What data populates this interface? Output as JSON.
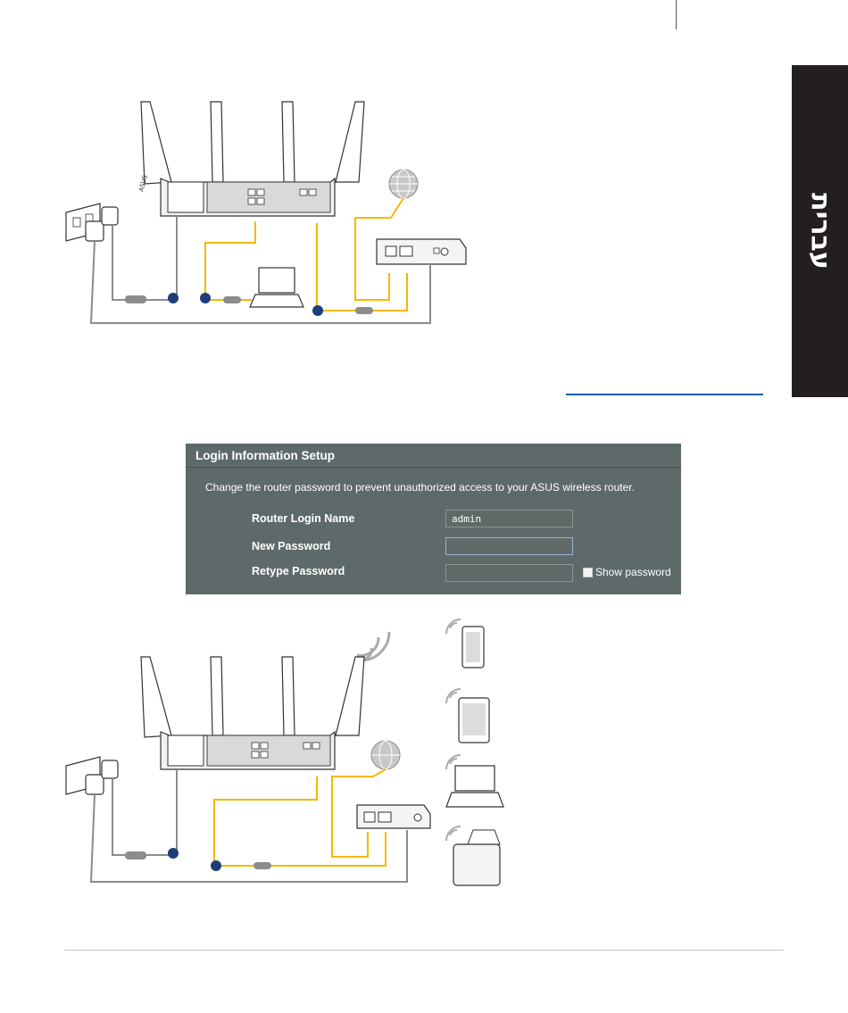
{
  "side_tab": {
    "label": "עברית"
  },
  "login_setup": {
    "title": "Login Information Setup",
    "description": "Change the router password to prevent unauthorized access to your ASUS wireless router.",
    "router_login_name_label": "Router Login Name",
    "router_login_name_value": "admin",
    "new_password_label": "New Password",
    "new_password_value": "",
    "retype_password_label": "Retype Password",
    "retype_password_value": "",
    "show_password_label": "Show password"
  },
  "colors": {
    "cable_yellow": "#f5b800",
    "cable_gray": "#8c8c8c",
    "panel_bg": "#5e6a69",
    "side_tab_bg": "#231f20",
    "link_blue": "#1e5ba8",
    "callout_dot": "#1c3f7a"
  },
  "icons": [
    "router-icon",
    "globe-icon",
    "modem-icon",
    "laptop-icon",
    "power-adapter-icon",
    "wall-outlet-icon",
    "wifi-signal-icon",
    "smartphone-icon",
    "tablet-icon",
    "printer-icon"
  ]
}
